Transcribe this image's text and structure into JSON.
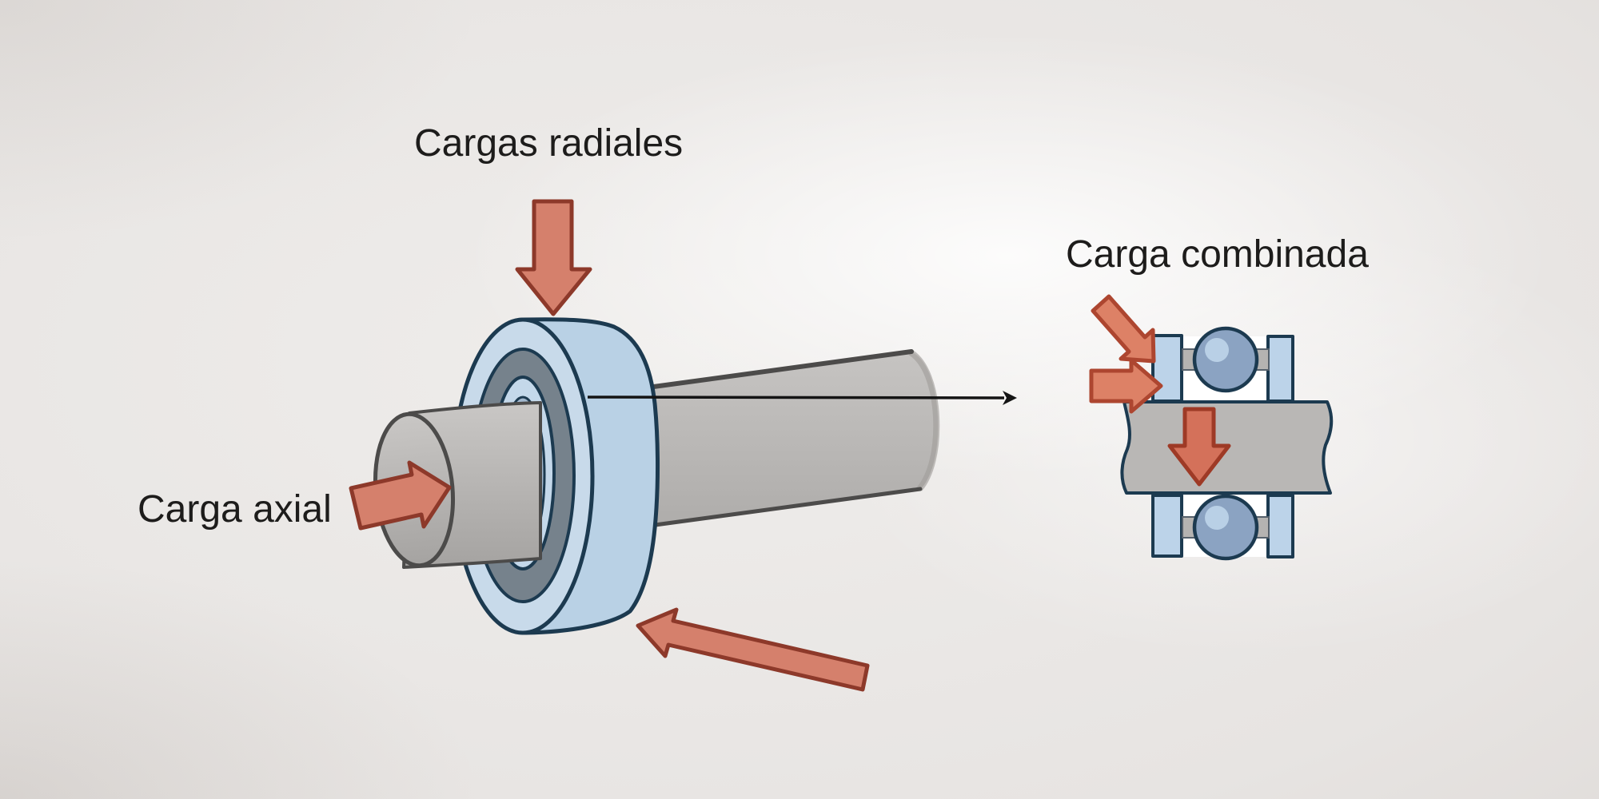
{
  "labels": {
    "radial_loads": "Cargas radiales",
    "axial_load": "Carga axial",
    "combined_load": "Carga combinada"
  },
  "colors": {
    "background_center": "#efedeb",
    "background_edge": "#d5d1ce",
    "text": "#1d1c1b",
    "outline_navy": "#1c3a50",
    "bearing_face": "#c8daea",
    "bearing_body": "#b9d1e5",
    "ring_gray": "#76828c",
    "inner_ring_blue": "#c4d8ea",
    "bore_blue": "#a2b8ce",
    "shaft_gray": "#b5b3b1",
    "shaft_outline": "#4c4b4a",
    "arrow_fill": "#d5806c",
    "arrow_stroke": "#8d392a",
    "small_arrow_fill": "#dd8166",
    "small_arrow_stroke": "#ad4630",
    "down_arrow_fill": "#d4715a",
    "down_arrow_stroke": "#9e3a26",
    "ball_blue": "#8ba3c2",
    "ball_highlight": "#b9d0e6",
    "rect_blue": "#bcd3e9",
    "tab_gray": "#b5b3b1",
    "band_gray": "#b9b7b5",
    "axis_black": "#141414"
  }
}
